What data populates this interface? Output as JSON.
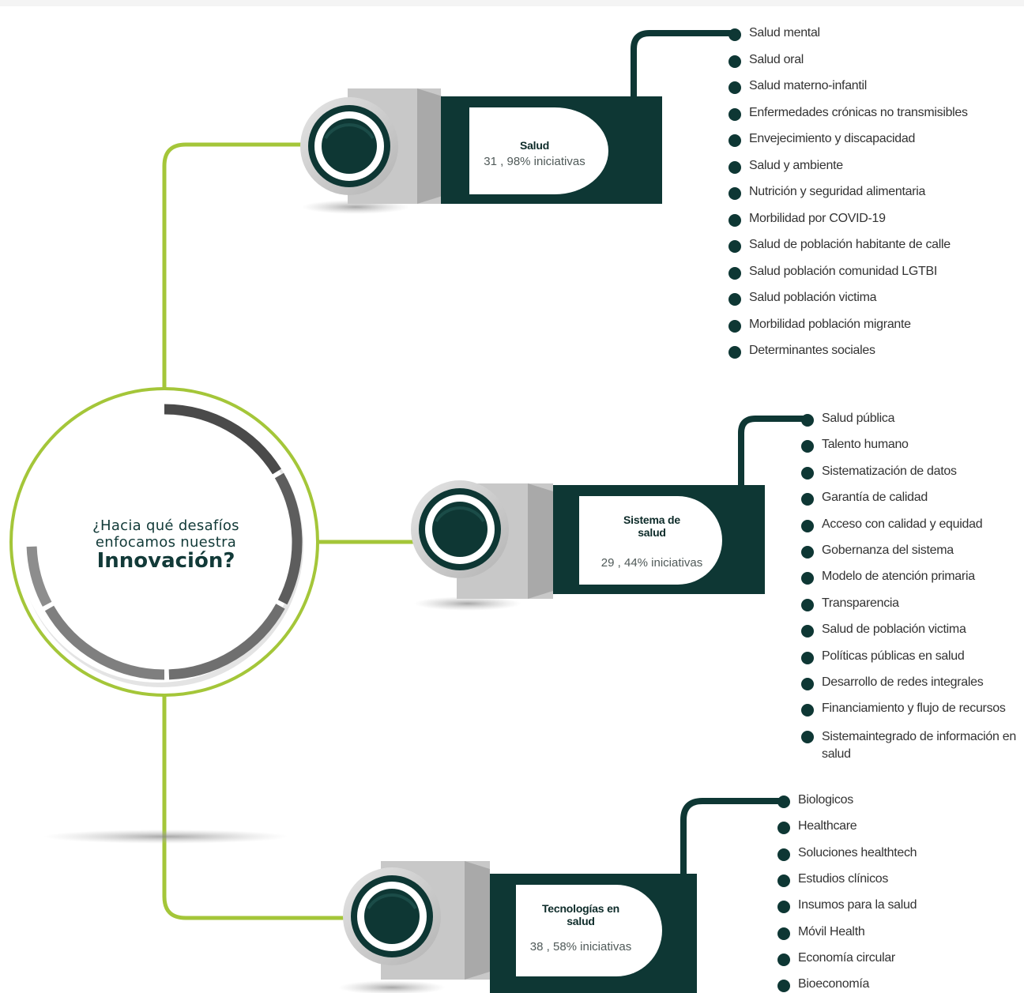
{
  "hub": {
    "line1": "¿Hacia qué desafíos",
    "line2": "enfocamos nuestra",
    "line3": "Innovación?"
  },
  "colors": {
    "green": "#a4c639",
    "dark": "#0e3734",
    "gray": "#c4c4c4"
  },
  "branches": [
    {
      "title": "Salud",
      "pct": "31 , 98% iniciativas",
      "items": [
        "Salud mental",
        "Salud oral",
        "Salud materno-infantil",
        "Enfermedades crónicas no transmisibles",
        "Envejecimiento y discapacidad",
        "Salud y ambiente",
        "Nutrición y seguridad alimentaria",
        "Morbilidad por COVID-19",
        "Salud de población habitante de calle",
        "Salud población comunidad LGTBI",
        "Salud población victima",
        "Morbilidad población migrante",
        "Determinantes sociales"
      ]
    },
    {
      "title": "Sistema de salud",
      "pct": "29  , 44% iniciativas",
      "items": [
        "Salud pública",
        "Talento humano",
        "Sistematización de datos",
        "Garantía de calidad",
        "Acceso con calidad y equidad",
        "Gobernanza del sistema",
        "Modelo de atención primaria",
        "Transparencia",
        "Salud de población victima",
        "Políticas públicas en salud",
        "Desarrollo de redes integrales",
        "Financiamiento y flujo de recursos",
        "Sistemaintegrado de información en salud"
      ]
    },
    {
      "title": "Tecnologías en salud",
      "pct": "38  , 58% iniciativas",
      "items": [
        "Biologicos",
        "Healthcare",
        "Soluciones healthtech",
        "Estudios clínicos",
        "Insumos para la salud",
        "Móvil Health",
        "Economía circular",
        "Bioeconomía"
      ]
    }
  ]
}
